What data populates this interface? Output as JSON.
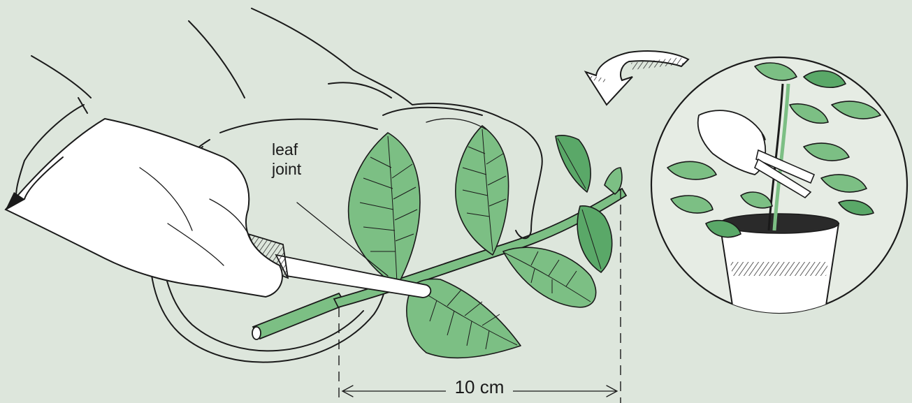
{
  "illustration": {
    "labels": {
      "leaf_joint_line1": "leaf",
      "leaf_joint_line2": "joint",
      "measurement": "10 cm"
    },
    "colors": {
      "background": "#dde6dc",
      "leaf_green": "#7cbf84",
      "leaf_green_dark": "#5aa868",
      "ink": "#1a1a1a",
      "skin": "#ffffff"
    }
  }
}
